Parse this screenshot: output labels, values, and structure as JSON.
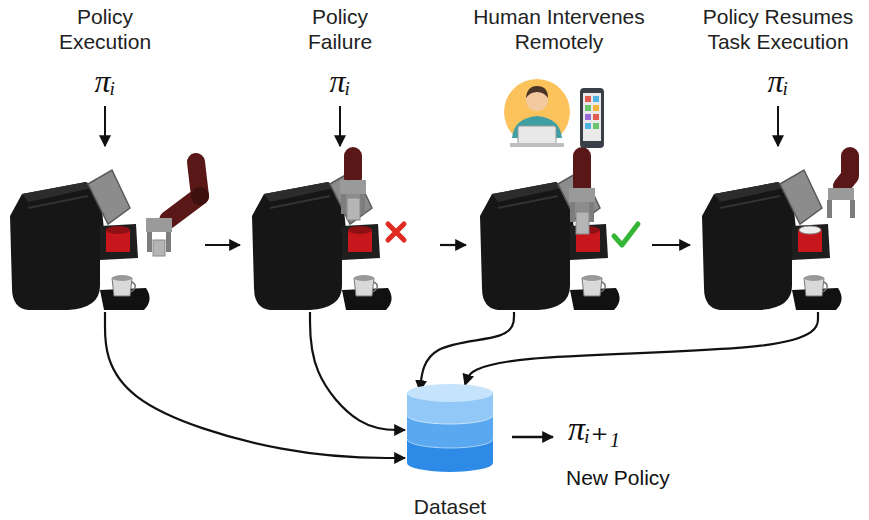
{
  "diagram": {
    "nodes": [
      {
        "text": [
          "Policy Execution",
          "πᵢ"
        ]
      },
      {
        "text": [
          "Policy Failure",
          "πᵢ"
        ]
      },
      {
        "text": [
          "Human Intervenes Remotely"
        ]
      },
      {
        "text": [
          "Policy Resumes Task Execution",
          "πᵢ"
        ]
      },
      {
        "text": [
          "Dataset"
        ]
      }
    ],
    "edges": [
      {
        "from": 0,
        "to": 1,
        "arrow": "to"
      },
      {
        "from": 1,
        "to": 2,
        "arrow": "to"
      },
      {
        "from": 2,
        "to": 3,
        "arrow": "to"
      },
      {
        "from": 0,
        "to": 4,
        "arrow": "to"
      },
      {
        "from": 1,
        "to": 4,
        "arrow": "to"
      },
      {
        "from": 2,
        "to": 4,
        "arrow": "to"
      },
      {
        "from": 3,
        "to": 4,
        "arrow": "to"
      }
    ],
    "labels": [
      "πᵢ₊₁",
      "New Policy"
    ]
  }
}
